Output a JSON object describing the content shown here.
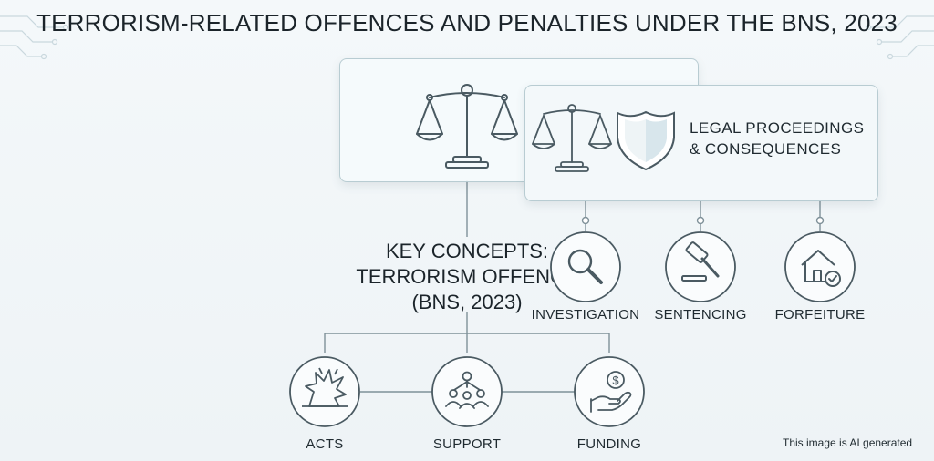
{
  "title": "TERRORISM-RELATED OFFENCES AND PENALTIES UNDER THE BNS, 2023",
  "legal_box": {
    "line1": "LEGAL PROCEEDINGS",
    "line2": "& CONSEQUENCES"
  },
  "central_concept": {
    "line1": "KEY CONCEPTS:",
    "line2": "TERRORISM OFFENCE",
    "line3": "(BNS, 2023)"
  },
  "proceedings": [
    {
      "label": "INVESTIGATION",
      "icon": "magnifying-glass-icon"
    },
    {
      "label": "SENTENCING",
      "icon": "gavel-icon"
    },
    {
      "label": "FORFEITURE",
      "icon": "house-check-icon"
    }
  ],
  "components": [
    {
      "label": "ACTS",
      "icon": "explosion-icon"
    },
    {
      "label": "SUPPORT",
      "icon": "network-people-icon"
    },
    {
      "label": "FUNDING",
      "icon": "hand-dollar-icon"
    }
  ],
  "ai_note": "This image is AI generated",
  "colors": {
    "stroke": "#4a5a62",
    "panel_border": "#b8ccd2",
    "shield_fill": "#d8e6ec"
  }
}
